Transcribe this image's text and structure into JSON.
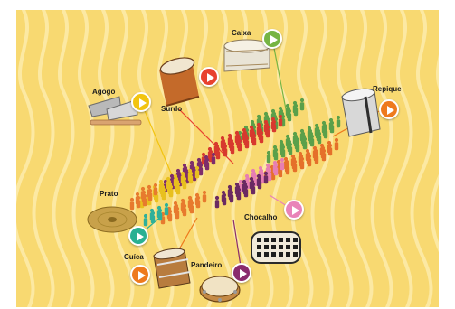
{
  "colors": {
    "background": "#f8d971",
    "swirl": "#fcecb0",
    "play_yellow": "#f2c410",
    "play_orange": "#ee7a1d",
    "play_red": "#e8422f",
    "play_green": "#76b443",
    "play_pink": "#e983b8",
    "play_teal": "#29b092",
    "play_purple": "#8a2b6d"
  },
  "instruments": [
    {
      "id": "agogo",
      "label": "Agogô",
      "icon": "agogo-bells-icon"
    },
    {
      "id": "surdo",
      "label": "Surdo",
      "icon": "bass-drum-icon"
    },
    {
      "id": "caixa",
      "label": "Caixa",
      "icon": "snare-drum-icon"
    },
    {
      "id": "repique",
      "label": "Repique",
      "icon": "repique-drum-icon"
    },
    {
      "id": "prato",
      "label": "Prato",
      "icon": "cymbals-icon"
    },
    {
      "id": "chocalho",
      "label": "Chocalho",
      "icon": "shaker-icon"
    },
    {
      "id": "cuica",
      "label": "Cuíca",
      "icon": "friction-drum-icon"
    },
    {
      "id": "pandeiro",
      "label": "Pandeiro",
      "icon": "tambourine-icon"
    }
  ]
}
